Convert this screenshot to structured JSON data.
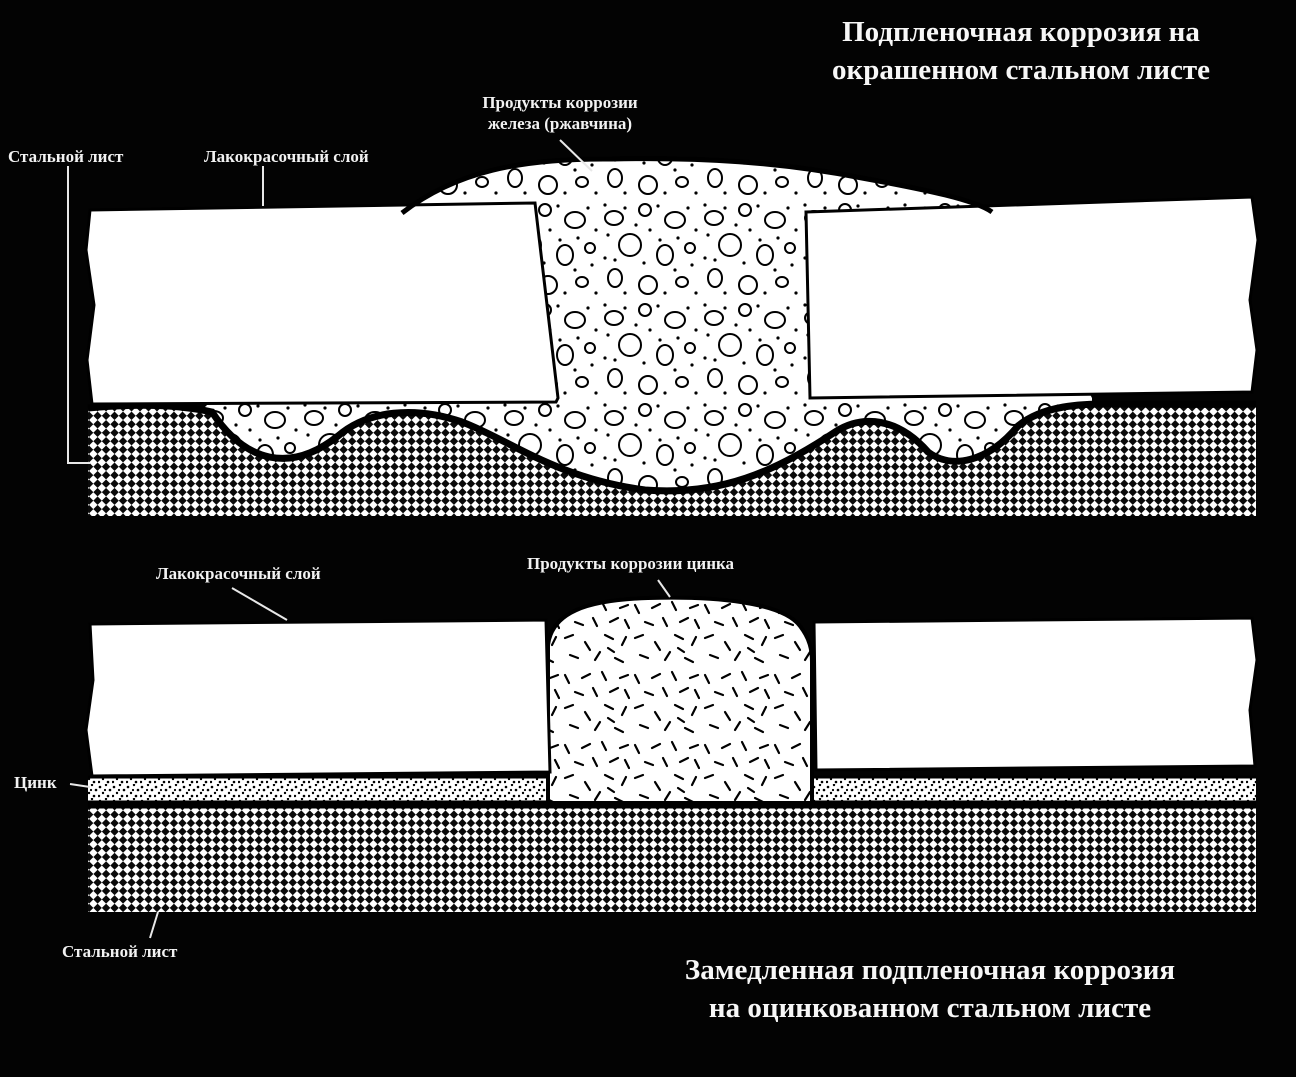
{
  "colors": {
    "background": "#030303",
    "ink": "#000000",
    "paper": "#ffffff",
    "text": "#f2f2f2"
  },
  "top_diagram": {
    "title_lines": [
      "Подпленочная коррозия на",
      "окрашенном стальном листе"
    ],
    "labels": {
      "rust_products_lines": [
        "Продукты коррозии",
        "железа (ржавчина)"
      ],
      "steel_sheet": "Стальной лист",
      "paint_layer": "Лакокрасочный слой"
    }
  },
  "bottom_diagram": {
    "title_lines": [
      "Замедленная подпленочная коррозия",
      "на оцинкованном стальном листе"
    ],
    "labels": {
      "paint_layer": "Лакокрасочный слой",
      "zinc_corrosion_products": "Продукты коррозии цинка",
      "zinc": "Цинк",
      "steel_sheet": "Стальной лист"
    }
  }
}
